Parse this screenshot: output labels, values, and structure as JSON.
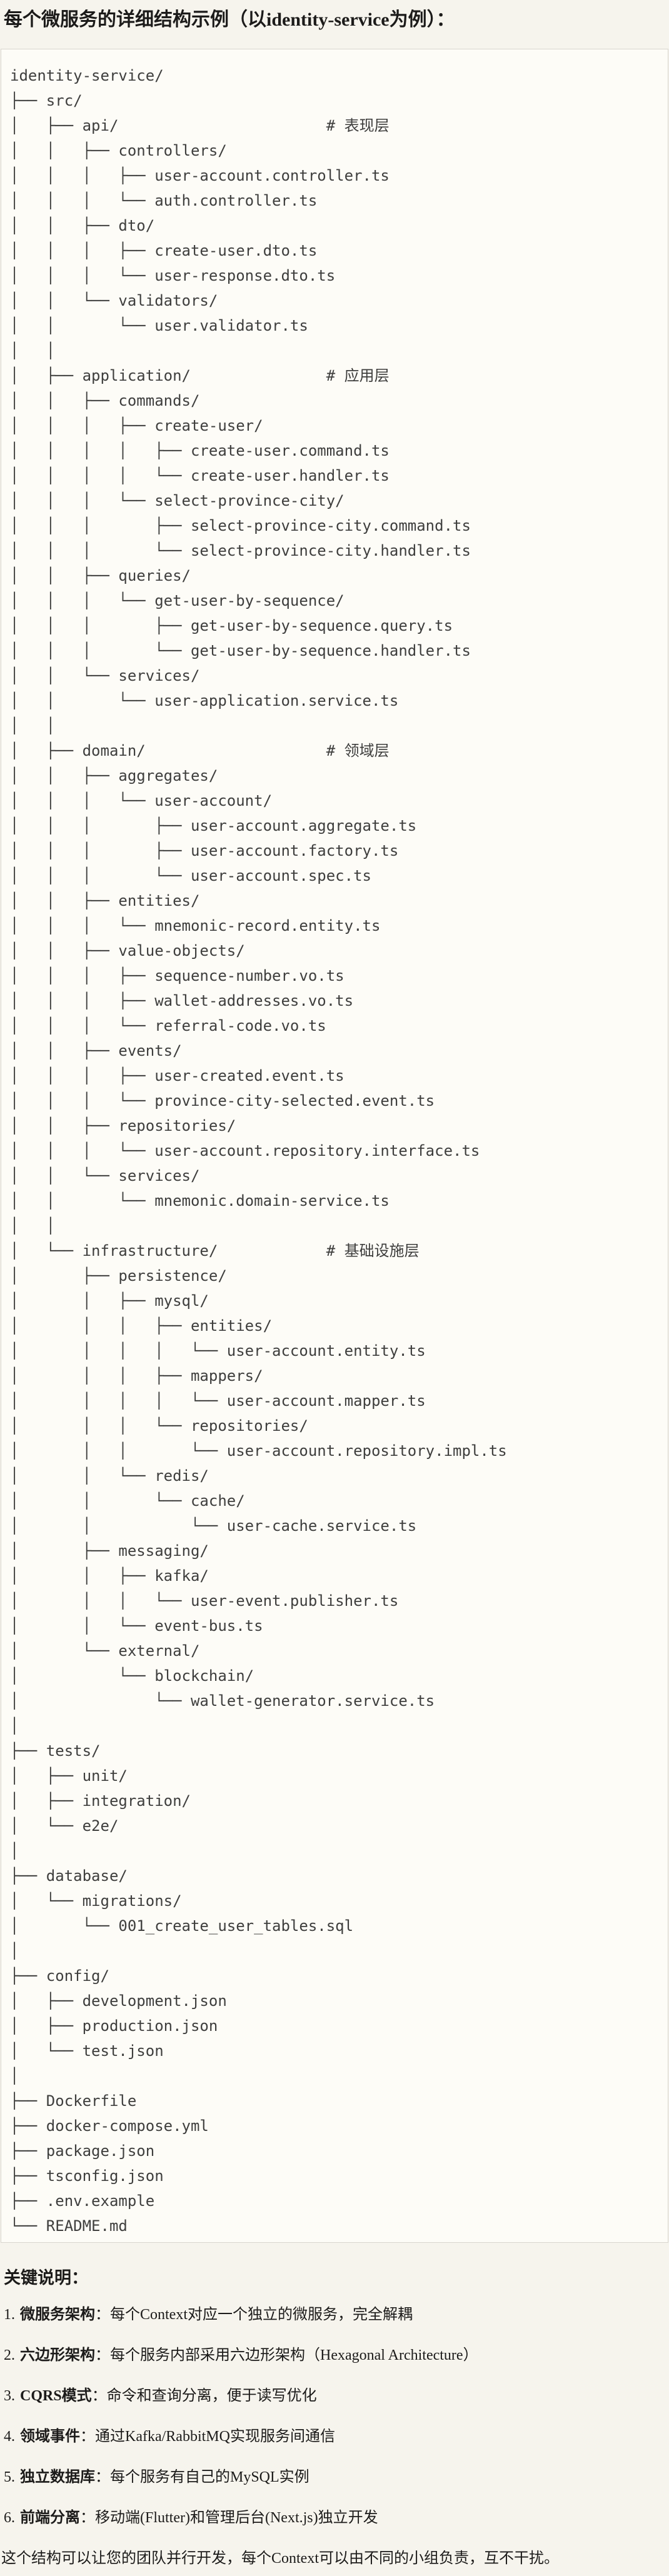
{
  "title": "每个微服务的详细结构示例（以identity-service为例）：",
  "tree": {
    "lines": [
      "identity-service/",
      "├── src/",
      "│   ├── api/                       # 表现层",
      "│   │   ├── controllers/",
      "│   │   │   ├── user-account.controller.ts",
      "│   │   │   └── auth.controller.ts",
      "│   │   ├── dto/",
      "│   │   │   ├── create-user.dto.ts",
      "│   │   │   └── user-response.dto.ts",
      "│   │   └── validators/",
      "│   │       └── user.validator.ts",
      "│   │",
      "│   ├── application/               # 应用层",
      "│   │   ├── commands/",
      "│   │   │   ├── create-user/",
      "│   │   │   │   ├── create-user.command.ts",
      "│   │   │   │   └── create-user.handler.ts",
      "│   │   │   └── select-province-city/",
      "│   │   │       ├── select-province-city.command.ts",
      "│   │   │       └── select-province-city.handler.ts",
      "│   │   ├── queries/",
      "│   │   │   └── get-user-by-sequence/",
      "│   │   │       ├── get-user-by-sequence.query.ts",
      "│   │   │       └── get-user-by-sequence.handler.ts",
      "│   │   └── services/",
      "│   │       └── user-application.service.ts",
      "│   │",
      "│   ├── domain/                    # 领域层",
      "│   │   ├── aggregates/",
      "│   │   │   └── user-account/",
      "│   │   │       ├── user-account.aggregate.ts",
      "│   │   │       ├── user-account.factory.ts",
      "│   │   │       └── user-account.spec.ts",
      "│   │   ├── entities/",
      "│   │   │   └── mnemonic-record.entity.ts",
      "│   │   ├── value-objects/",
      "│   │   │   ├── sequence-number.vo.ts",
      "│   │   │   ├── wallet-addresses.vo.ts",
      "│   │   │   └── referral-code.vo.ts",
      "│   │   ├── events/",
      "│   │   │   ├── user-created.event.ts",
      "│   │   │   └── province-city-selected.event.ts",
      "│   │   ├── repositories/",
      "│   │   │   └── user-account.repository.interface.ts",
      "│   │   └── services/",
      "│   │       └── mnemonic.domain-service.ts",
      "│   │",
      "│   └── infrastructure/            # 基础设施层",
      "│       ├── persistence/",
      "│       │   ├── mysql/",
      "│       │   │   ├── entities/",
      "│       │   │   │   └── user-account.entity.ts",
      "│       │   │   ├── mappers/",
      "│       │   │   │   └── user-account.mapper.ts",
      "│       │   │   └── repositories/",
      "│       │   │       └── user-account.repository.impl.ts",
      "│       │   └── redis/",
      "│       │       └── cache/",
      "│       │           └── user-cache.service.ts",
      "│       ├── messaging/",
      "│       │   ├── kafka/",
      "│       │   │   └── user-event.publisher.ts",
      "│       │   └── event-bus.ts",
      "│       └── external/",
      "│           └── blockchain/",
      "│               └── wallet-generator.service.ts",
      "│",
      "├── tests/",
      "│   ├── unit/",
      "│   ├── integration/",
      "│   └── e2e/",
      "│",
      "├── database/",
      "│   └── migrations/",
      "│       └── 001_create_user_tables.sql",
      "│",
      "├── config/",
      "│   ├── development.json",
      "│   ├── production.json",
      "│   └── test.json",
      "│",
      "├── Dockerfile",
      "├── docker-compose.yml",
      "├── package.json",
      "├── tsconfig.json",
      "├── .env.example",
      "└── README.md"
    ]
  },
  "notes": {
    "heading": "关键说明：",
    "items": [
      {
        "num": "1.",
        "label": "微服务架构",
        "text": "：每个Context对应一个独立的微服务，完全解耦"
      },
      {
        "num": "2.",
        "label": "六边形架构",
        "text": "：每个服务内部采用六边形架构（Hexagonal Architecture）"
      },
      {
        "num": "3.",
        "label": "CQRS模式",
        "text": "：命令和查询分离，便于读写优化"
      },
      {
        "num": "4.",
        "label": "领域事件",
        "text": "：通过Kafka/RabbitMQ实现服务间通信"
      },
      {
        "num": "5.",
        "label": "独立数据库",
        "text": "：每个服务有自己的MySQL实例"
      },
      {
        "num": "6.",
        "label": "前端分离",
        "text": "：移动端(Flutter)和管理后台(Next.js)独立开发"
      }
    ],
    "footer": "这个结构可以让您的团队并行开发，每个Context可以由不同的小组负责，互不干扰。"
  },
  "colors": {
    "page_bg": "#f6f4ed",
    "code_bg": "#fdfcf7",
    "code_border": "#d8d5ce",
    "code_text": "#3e3e3d",
    "body_text": "#1c1b1a"
  }
}
